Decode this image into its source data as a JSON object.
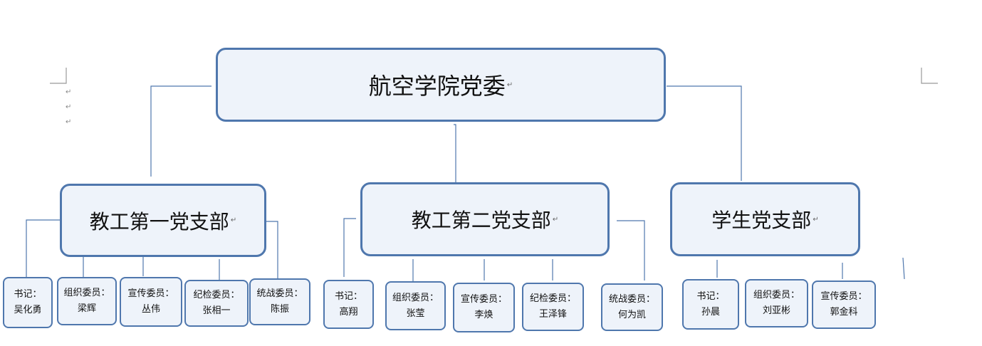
{
  "diagram": {
    "root": "航空学院党委",
    "branches": [
      {
        "name": "教工第一党支部",
        "members": [
          {
            "role": "书记：",
            "person": "吴化勇"
          },
          {
            "role": "组织委员：",
            "person": "梁辉"
          },
          {
            "role": "宣传委员：",
            "person": "丛伟"
          },
          {
            "role": "纪检委员：",
            "person": "张相一"
          },
          {
            "role": "统战委员：",
            "person": "陈振"
          }
        ]
      },
      {
        "name": "教工第二党支部",
        "members": [
          {
            "role": "书记：",
            "person": "高翔"
          },
          {
            "role": "组织委员：",
            "person": "张莹"
          },
          {
            "role": "宣传委员：",
            "person": "李焕"
          },
          {
            "role": "纪检委员：",
            "person": "王泽锋"
          },
          {
            "role": "统战委员：",
            "person": "何为凯"
          }
        ]
      },
      {
        "name": "学生党支部",
        "members": [
          {
            "role": "书记：",
            "person": "孙晨"
          },
          {
            "role": "组织委员：",
            "person": "刘亚彬"
          },
          {
            "role": "宣传委员：",
            "person": "郭金科"
          }
        ]
      }
    ],
    "paragraph_mark": "↵"
  }
}
